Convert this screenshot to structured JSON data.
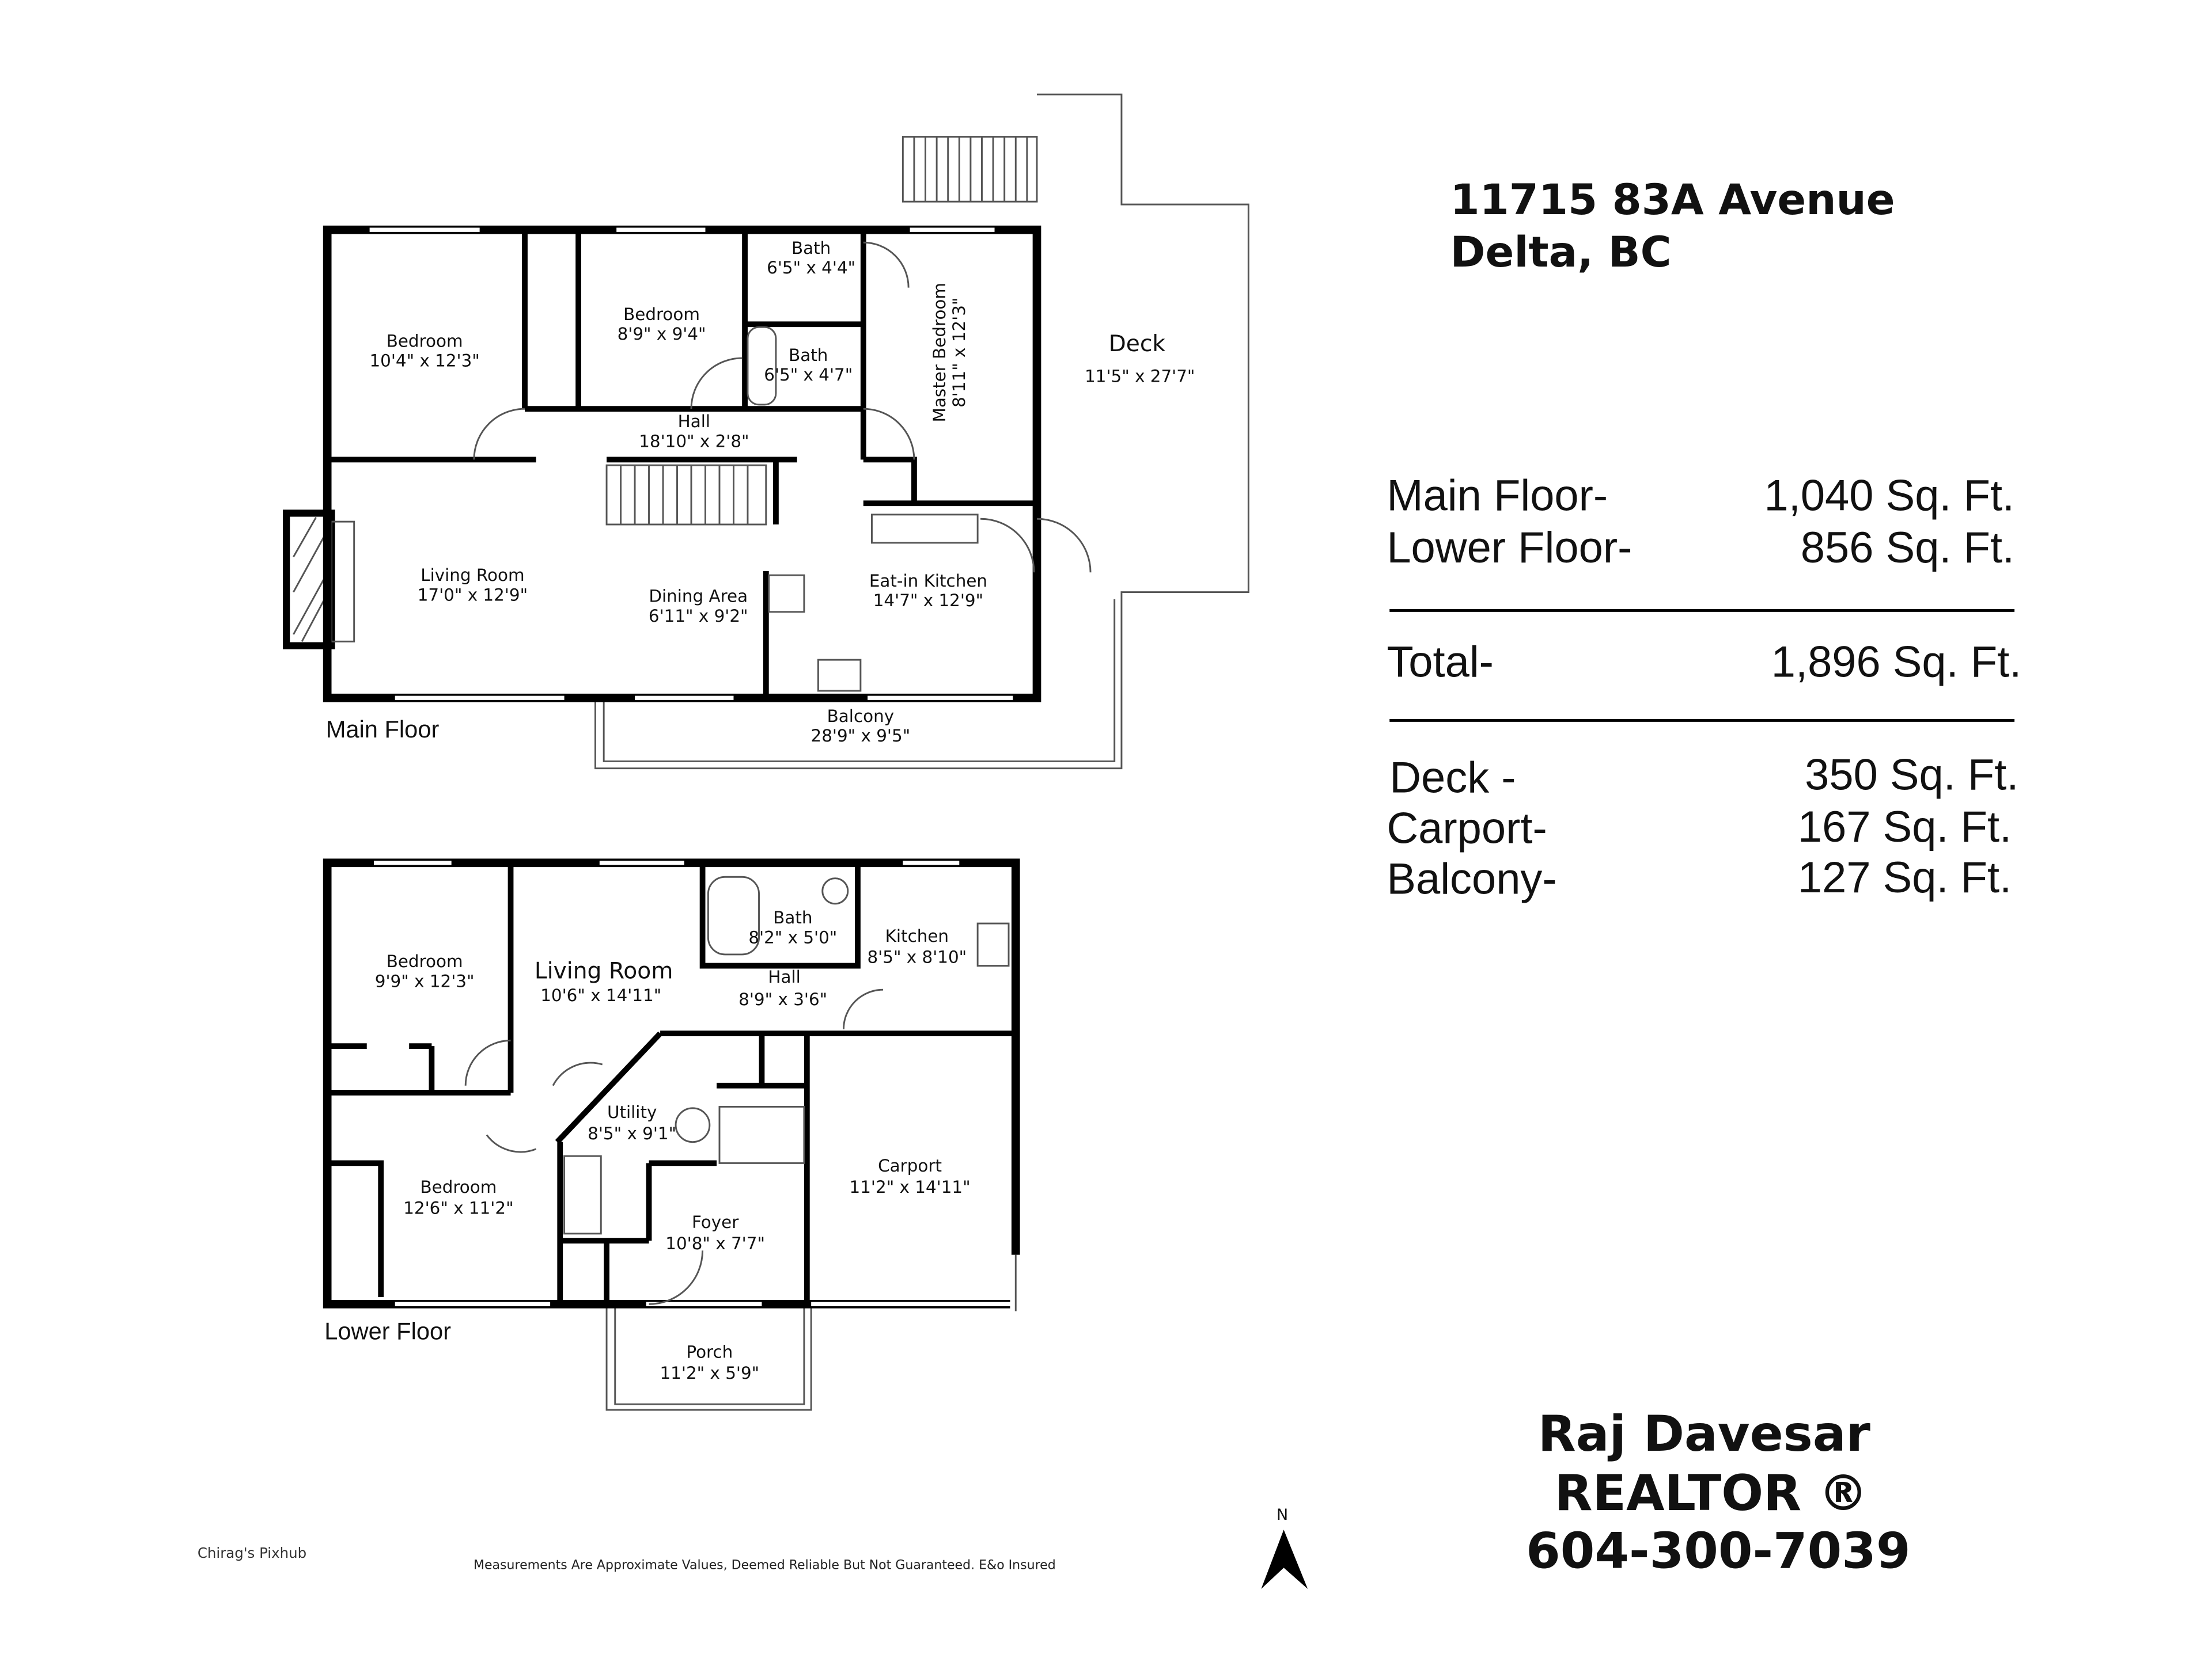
{
  "address": {
    "line1": "11715 83A Avenue",
    "line2": "Delta, BC"
  },
  "areas": [
    {
      "label": "Main Floor-",
      "value": "1,040 Sq. Ft."
    },
    {
      "label": "Lower Floor-",
      "value": "856 Sq. Ft."
    }
  ],
  "total": {
    "label": "Total-",
    "value": "1,896 Sq. Ft."
  },
  "extras": [
    {
      "label": "Deck -",
      "value": "350 Sq. Ft."
    },
    {
      "label": "Carport-",
      "value": "167 Sq. Ft."
    },
    {
      "label": "Balcony-",
      "value": "127 Sq. Ft."
    }
  ],
  "main_floor": {
    "title": "Main Floor",
    "rooms": [
      {
        "name": "Bedroom",
        "size": "10'4\" x 12'3\""
      },
      {
        "name": "Bedroom",
        "size": "8'9\" x 9'4\""
      },
      {
        "name": "Bath",
        "size": "6'5\" x 4'4\""
      },
      {
        "name": "Bath",
        "size": "6'5\" x 4'7\""
      },
      {
        "name": "Master Bedroom",
        "size": "8'11\" x 12'3\""
      },
      {
        "name": "Deck",
        "size": "11'5\" x 27'7\""
      },
      {
        "name": "Hall",
        "size": "18'10\" x 2'8\""
      },
      {
        "name": "Living Room",
        "size": "17'0\" x 12'9\""
      },
      {
        "name": "Dining Area",
        "size": "6'11\" x 9'2\""
      },
      {
        "name": "Eat-in Kitchen",
        "size": "14'7\" x 12'9\""
      },
      {
        "name": "Balcony",
        "size": "28'9\" x 9'5\""
      }
    ]
  },
  "lower_floor": {
    "title": "Lower Floor",
    "rooms": [
      {
        "name": "Bedroom",
        "size": "9'9\" x 12'3\""
      },
      {
        "name": "Living Room",
        "size": "10'6\" x 14'11\""
      },
      {
        "name": "Bath",
        "size": "8'2\" x 5'0\""
      },
      {
        "name": "Kitchen",
        "size": "8'5\" x 8'10\""
      },
      {
        "name": "Hall",
        "size": "8'9\" x 3'6\""
      },
      {
        "name": "Utility",
        "size": "8'5\" x 9'1\""
      },
      {
        "name": "Bedroom",
        "size": "12'6\" x 11'2\""
      },
      {
        "name": "Carport",
        "size": "11'2\" x 14'11\""
      },
      {
        "name": "Foyer",
        "size": "10'8\" x 7'7\""
      },
      {
        "name": "Porch",
        "size": "11'2\" x 5'9\""
      }
    ]
  },
  "disclaimer": "Measurements Are Approximate Values, Deemed Reliable But Not Guaranteed. E&o Insured",
  "logo": "Chirag's Pixhub",
  "compass": "N",
  "agent": {
    "name": "Raj Davesar",
    "title": "REALTOR ®",
    "phone": "604-300-7039"
  }
}
